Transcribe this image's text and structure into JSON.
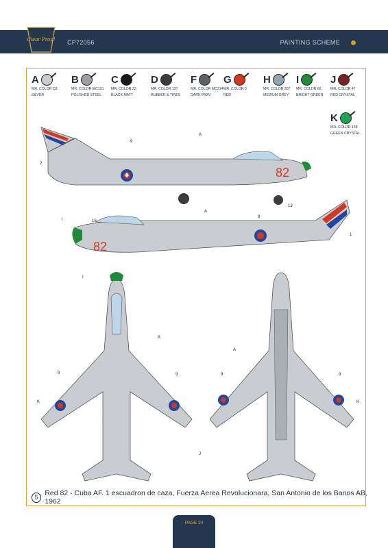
{
  "header": {
    "code": "CP72056",
    "section": "PAINTING SCHEME",
    "logo_text": "Clear Prop!"
  },
  "colors": [
    {
      "letter": "A",
      "name": "MR. COLOR C8",
      "desc": "SILVER",
      "hex": "#c9ccd0"
    },
    {
      "letter": "B",
      "name": "MR. COLOR MC101",
      "desc": "POLISHED STEEL",
      "hex": "#9aa0a6"
    },
    {
      "letter": "C",
      "name": "MR. COLOR 33",
      "desc": "BLACK MATT",
      "hex": "#1a1a1a"
    },
    {
      "letter": "D",
      "name": "MR. COLOR 137",
      "desc": "RUBBER & TIRES",
      "hex": "#3b3b3b"
    },
    {
      "letter": "F",
      "name": "MR. COLOR MC214",
      "desc": "DARK IRON",
      "hex": "#5e6167"
    },
    {
      "letter": "G",
      "name": "MR. COLOR 3",
      "desc": "RED",
      "hex": "#d2381f"
    },
    {
      "letter": "H",
      "name": "MR. COLOR 307",
      "desc": "MEDIUM GREY",
      "hex": "#93a4b3"
    },
    {
      "letter": "I",
      "name": "MR. COLOR 66",
      "desc": "BRIGHT GREEN",
      "hex": "#1f8a3a"
    },
    {
      "letter": "J",
      "name": "MR. COLOR 47",
      "desc": "RED CRYSTAL",
      "hex": "#7a2324"
    },
    {
      "letter": "K",
      "name": "MR. COLOR 138",
      "desc": "GREEN CRYSTAL",
      "hex": "#20a352"
    }
  ],
  "callouts": {
    "n9": "9",
    "n2": "2",
    "n13": "13",
    "n16": "16",
    "n1": "1",
    "a": "A",
    "i": "I",
    "j": "J",
    "k": "K"
  },
  "aircraft": {
    "number": "82"
  },
  "caption": {
    "num": "5",
    "text": "Red 82 - Cuba AF. 1 escuadron de caza, Fuerza Aerea Revolucionara, San Antonio de los Banos AB, 1962"
  },
  "page": {
    "label": "PAGE 24"
  }
}
